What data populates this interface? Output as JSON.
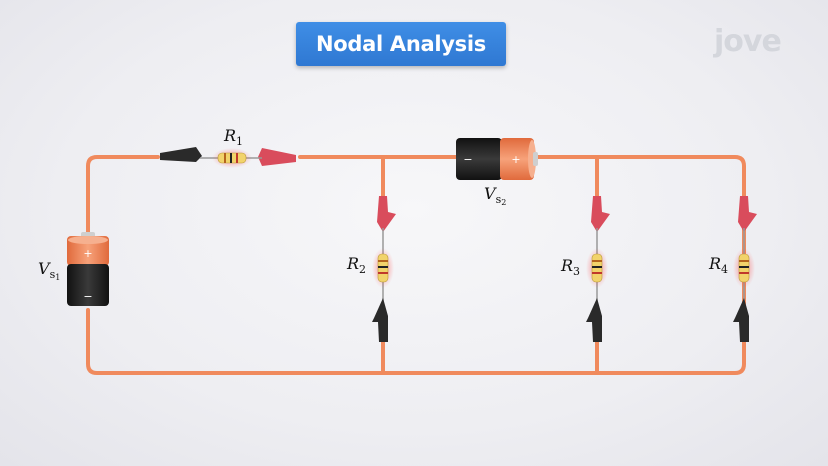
{
  "title": "Nodal Analysis",
  "logo": "jove",
  "labels": {
    "r1": {
      "main": "R",
      "sub": "1"
    },
    "r2": {
      "main": "R",
      "sub": "2"
    },
    "r3": {
      "main": "R",
      "sub": "3"
    },
    "r4": {
      "main": "R",
      "sub": "4"
    },
    "vs1": {
      "main": "V",
      "sub": "s",
      "sub2": "1"
    },
    "vs2": {
      "main": "V",
      "sub": "s",
      "sub2": "2"
    }
  },
  "battery_terminals": {
    "positive": "+",
    "negative": "−"
  },
  "colors": {
    "wire": "#f08a5d",
    "banner": "#3a87e0",
    "battery_cap": "#f28a5b",
    "battery_body": "#1f1f1f",
    "clip_red": "#d94c5c",
    "clip_black": "#2a2a2a",
    "resistor": "#f2d36b"
  }
}
